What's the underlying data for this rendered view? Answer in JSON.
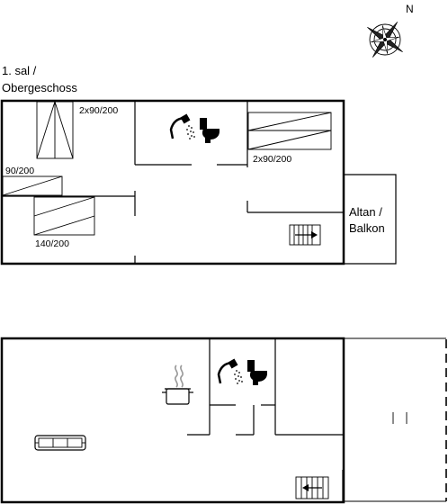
{
  "compass": {
    "north_label": "N",
    "icon": "compass-rose-icon"
  },
  "upper_floor": {
    "title_line1": "1. sal /",
    "title_line2": "Obergeschoss",
    "bed_top_left": "2x90/200",
    "bed_top_right": "2x90/200",
    "bed_single": "90/200",
    "bed_double": "140/200",
    "balcony_line1": "Altan /",
    "balcony_line2": "Balkon",
    "icons": [
      "shower-icon",
      "toilet-icon",
      "stair-arrow-icon"
    ]
  },
  "ground_floor": {
    "icons": [
      "cooking-pot-icon",
      "shower-icon",
      "toilet-icon",
      "sofa-icon",
      "stair-arrow-icon"
    ]
  }
}
